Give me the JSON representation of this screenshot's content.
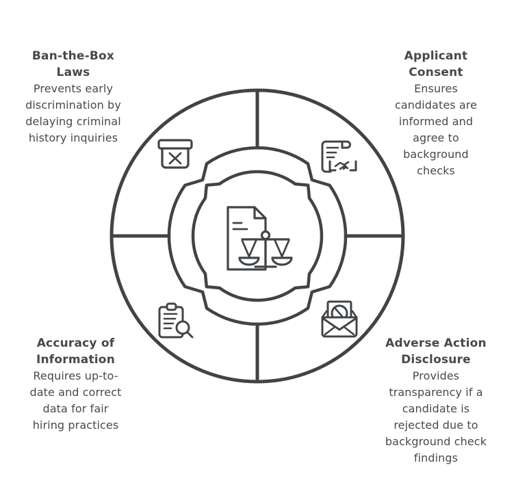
{
  "diagram": {
    "type": "circular-cycle-4-quadrants",
    "background_color": "#ffffff",
    "stroke_color": "#414447",
    "text_color": "#46494c",
    "center": {
      "icon": "legal-document-scales-icon"
    },
    "quadrants": [
      {
        "position": "top-left",
        "icon": "ballot-box-x-icon",
        "title": "Ban-the-Box Laws",
        "description": "Prevents early discrimination by delaying criminal history inquiries"
      },
      {
        "position": "top-right",
        "icon": "consent-contract-handshake-icon",
        "title": "Applicant Consent",
        "description": "Ensures candidates are informed and agree to background checks"
      },
      {
        "position": "bottom-left",
        "icon": "clipboard-search-icon",
        "title": "Accuracy of Information",
        "description": "Requires up-to-date and correct data for fair hiring practices"
      },
      {
        "position": "bottom-right",
        "icon": "rejection-letter-envelope-icon",
        "title": "Adverse Action Disclosure",
        "description": "Provides transparency if a candidate is rejected due to background check findings"
      }
    ]
  }
}
